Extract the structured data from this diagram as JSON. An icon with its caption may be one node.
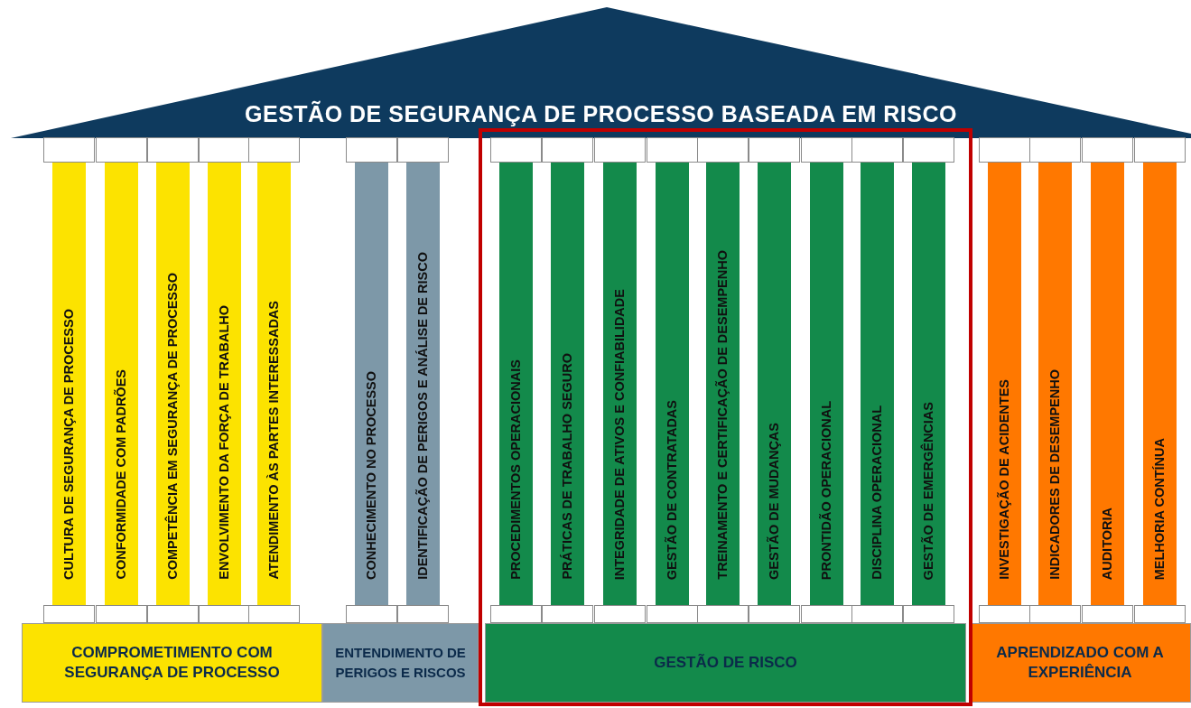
{
  "diagram": {
    "nodes": [
      {
        "text": [
          "GESTÃO DE SEGURANÇA DE PROCESSO BASEADA EM RISCO"
        ]
      },
      {
        "text": [
          "CULTURA DE SEGURANÇA DE PROCESSO"
        ]
      },
      {
        "text": [
          "CONFORMIDADE COM PADRÕES"
        ]
      },
      {
        "text": [
          "COMPETÊNCIA EM SEGURANÇA DE PROCESSO"
        ]
      },
      {
        "text": [
          "ENVOLVIMENTO DA FORÇA DE TRABALHO"
        ]
      },
      {
        "text": [
          "ATENDIMENTO ÀS PARTES INTERESSADAS"
        ]
      },
      {
        "text": [
          "CONHECIMENTO NO PROCESSO"
        ]
      },
      {
        "text": [
          "IDENTIFICAÇÃO DE PERIGOS E ANÁLISE DE RISCO"
        ]
      },
      {
        "text": [
          "PROCEDIMENTOS OPERACIONAIS"
        ]
      },
      {
        "text": [
          "PRÁTICAS DE TRABALHO SEGURO"
        ]
      },
      {
        "text": [
          "INTEGRIDADE DE ATIVOS E CONFIABILIDADE"
        ]
      },
      {
        "text": [
          "GESTÃO DE CONTRATADAS"
        ]
      },
      {
        "text": [
          "TREINAMENTO E CERTIFICAÇÃO DE DESEMPENHO"
        ]
      },
      {
        "text": [
          "GESTÃO DE MUDANÇAS"
        ]
      },
      {
        "text": [
          "PRONTIDÃO OPERACIONAL"
        ]
      },
      {
        "text": [
          "DISCIPLINA OPERACIONAL"
        ]
      },
      {
        "text": [
          "GESTÃO DE EMERGÊNCIAS"
        ]
      },
      {
        "text": [
          "INVESTIGAÇÃO DE ACIDENTES"
        ]
      },
      {
        "text": [
          "INDICADORES DE DESEMPENHO"
        ]
      },
      {
        "text": [
          "AUDITORIA"
        ]
      },
      {
        "text": [
          "MELHORIA CONTÍNUA"
        ]
      },
      {
        "text": [
          "COMPROMETIMENTO COM SEGURANÇA DE PROCESSO"
        ]
      },
      {
        "text": [
          "ENTENDIMENTO DE PERIGOS E RISCOS"
        ]
      },
      {
        "text": [
          "GESTÃO DE RISCO"
        ]
      },
      {
        "text": [
          "APRENDIZADO COM A EXPERIÊNCIA"
        ]
      }
    ]
  }
}
